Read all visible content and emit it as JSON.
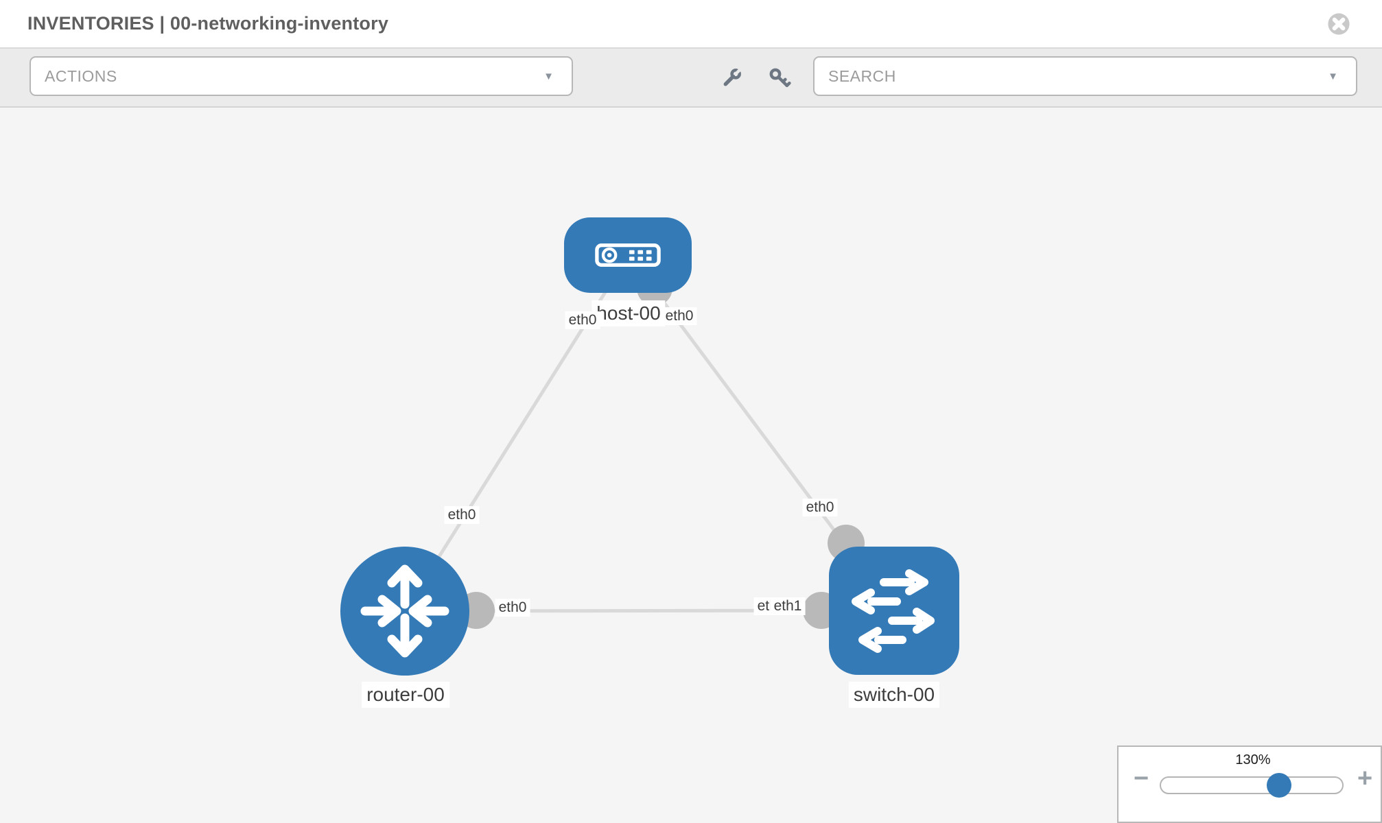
{
  "window": {
    "title": "INVENTORIES | 00-networking-inventory"
  },
  "toolbar": {
    "actions": {
      "placeholder": "ACTIONS"
    },
    "search": {
      "placeholder": "SEARCH"
    },
    "tools": [
      {
        "icon": "wrench-icon"
      },
      {
        "icon": "key-icon"
      }
    ]
  },
  "topology": {
    "nodes": [
      {
        "id": "host-00",
        "type": "host",
        "label": "host-00"
      },
      {
        "id": "router-00",
        "type": "router",
        "label": "router-00"
      },
      {
        "id": "switch-00",
        "type": "switch",
        "label": "switch-00"
      }
    ],
    "links": [
      {
        "from": "host-00",
        "from_if": "eth0",
        "to": "router-00",
        "to_if": "eth0"
      },
      {
        "from": "host-00",
        "from_if": "eth0",
        "to": "switch-00",
        "to_if": "eth0"
      },
      {
        "from": "router-00",
        "from_if": "eth0",
        "to": "switch-00",
        "to_if": "eth1"
      }
    ],
    "overlap_label": "eth0"
  },
  "zoom": {
    "level": "130%"
  },
  "glyphs": {
    "caret": "▼",
    "minus": "−",
    "plus": "+"
  },
  "colors": {
    "node_blue": "#337ab7",
    "link_gray": "#d9d9d9",
    "endpoint_gray": "#b9b9b9",
    "canvas_bg": "#f5f5f5",
    "toolbar_bg": "#ebebeb"
  }
}
